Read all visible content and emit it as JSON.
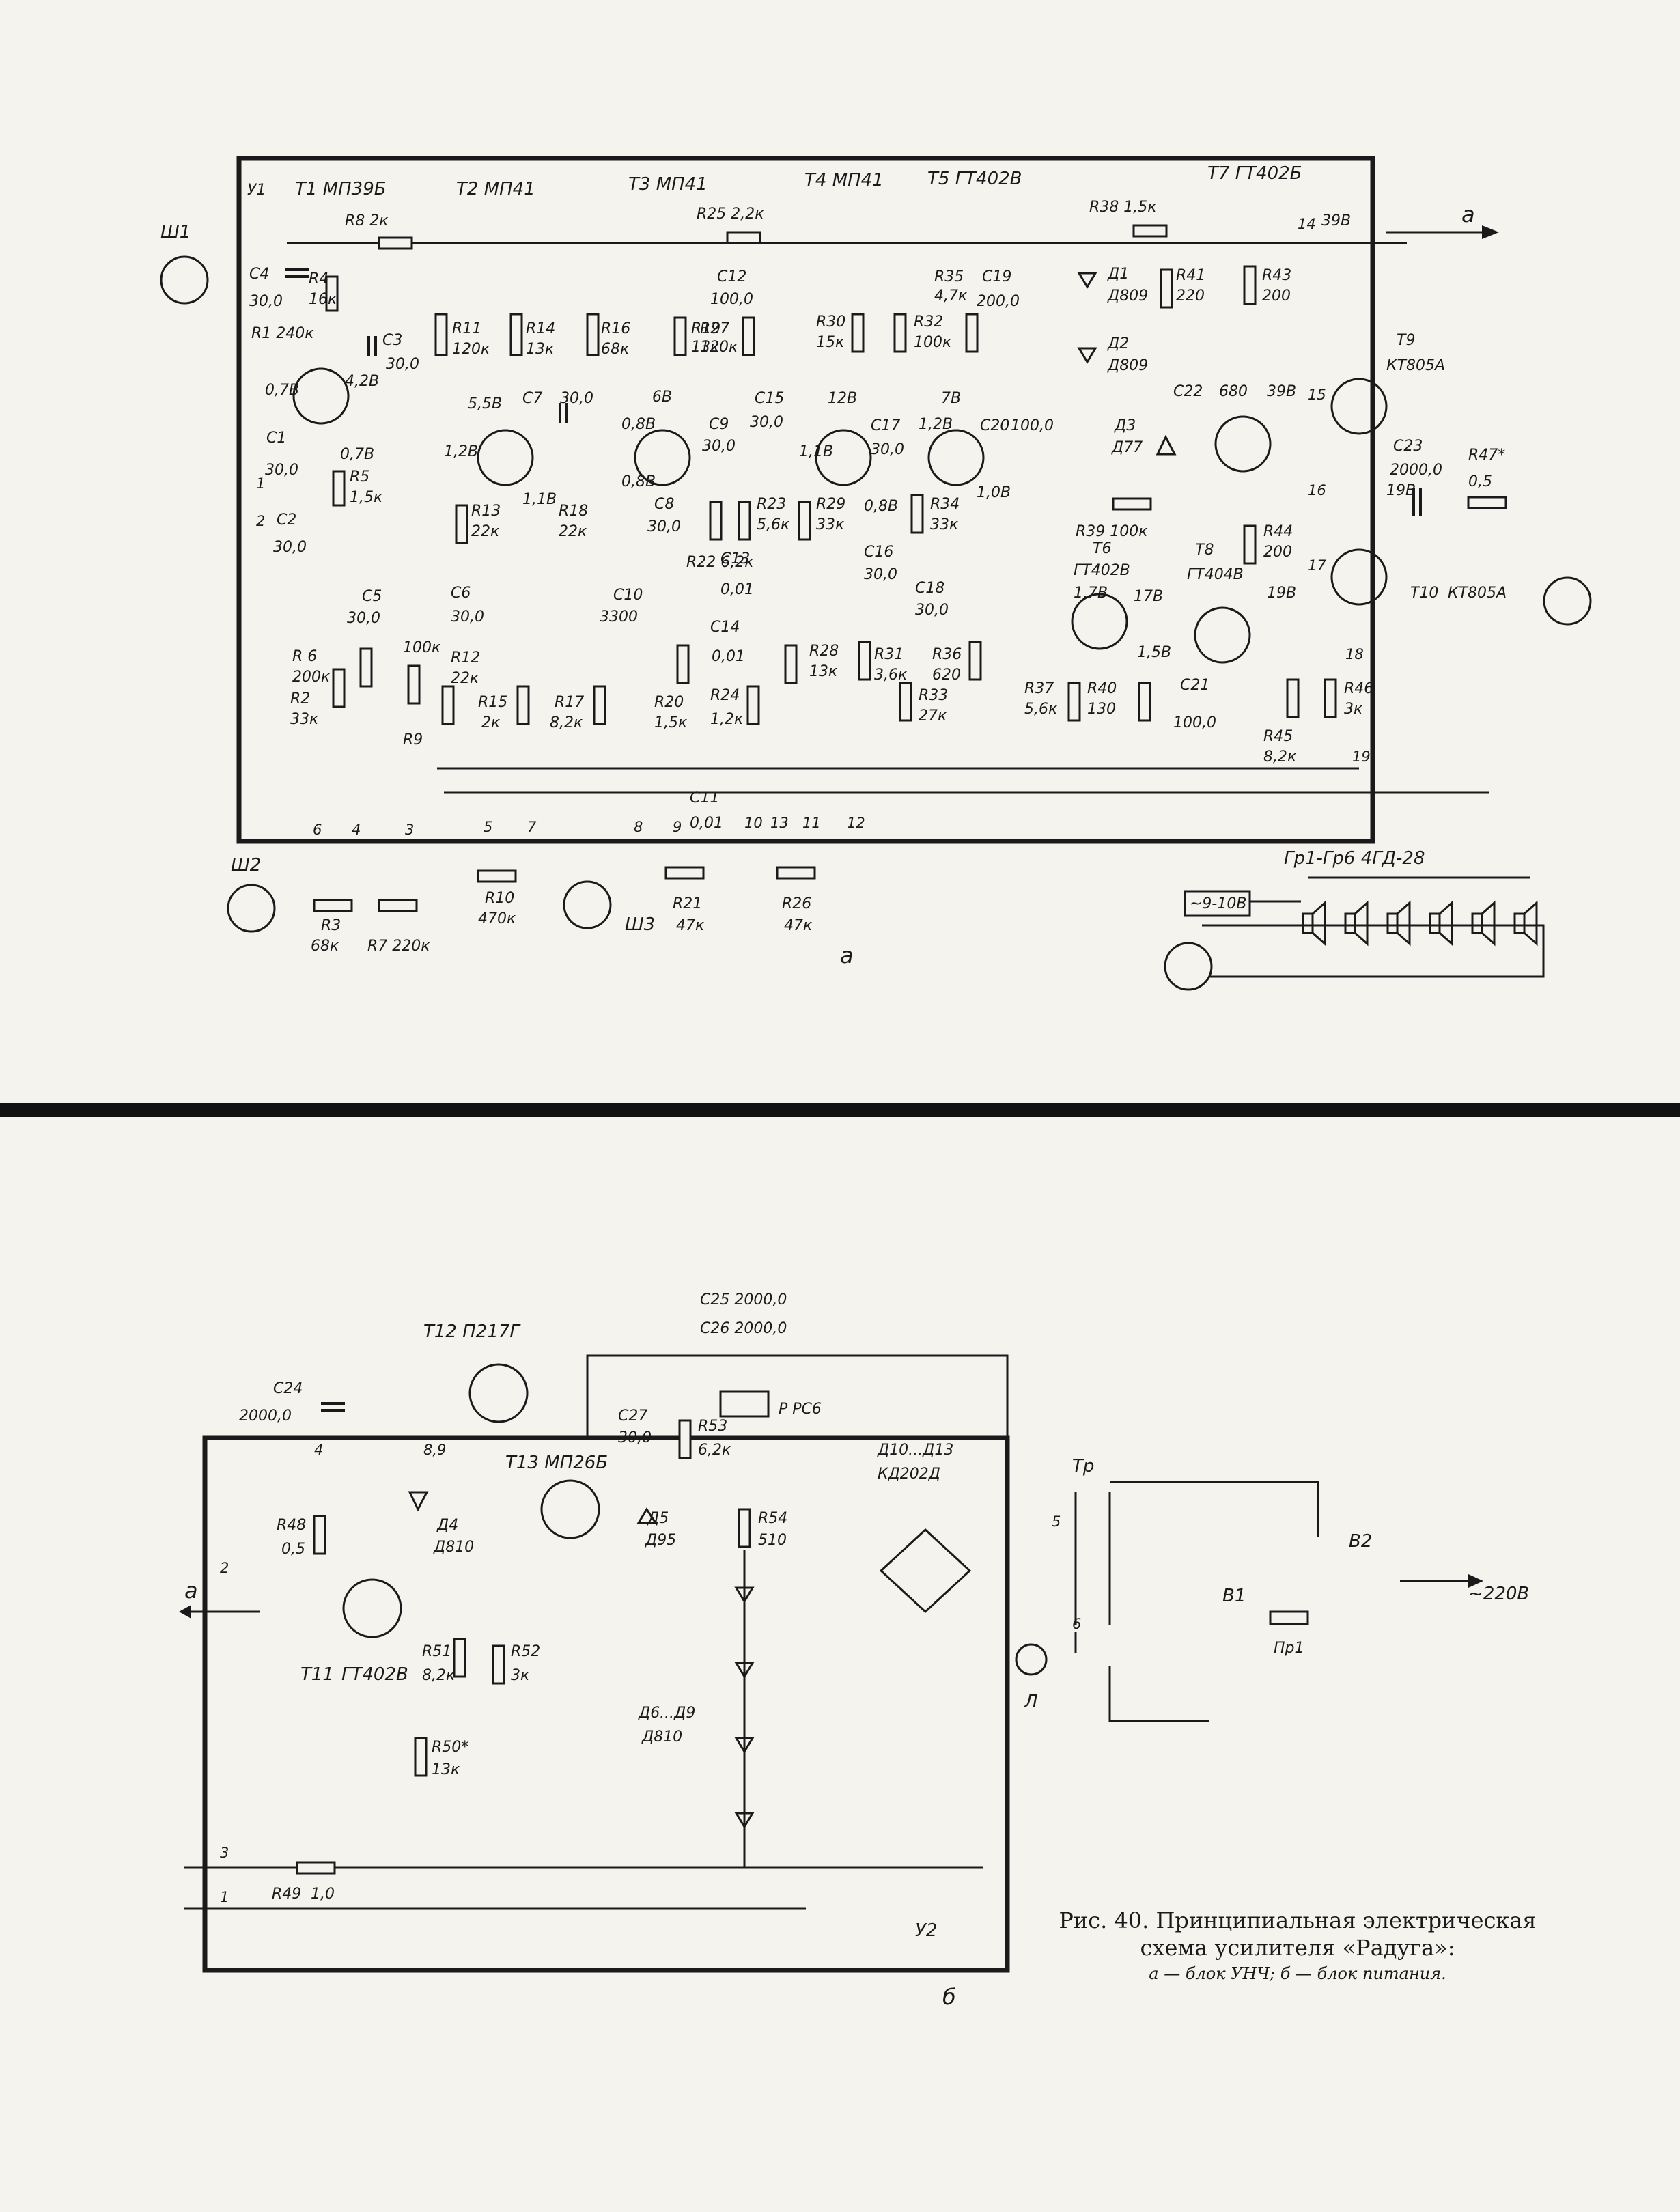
{
  "figure": {
    "caption_line1": "Рис. 40. Принципиальная электрическая",
    "caption_line2": "схема усилителя «Радуга»:",
    "caption_line3": "а — блок УНЧ; б — блок питания.",
    "label_a": "а",
    "label_b": "б"
  },
  "block_a": {
    "module": "У1",
    "transistors": [
      {
        "ref": "Т1 МП39Б"
      },
      {
        "ref": "Т2 МП41"
      },
      {
        "ref": "Т3 МП41"
      },
      {
        "ref": "Т4 МП41"
      },
      {
        "ref": "Т5 ГТ402В"
      },
      {
        "ref": "Т7 ГТ402Б"
      },
      {
        "ref": "Т6"
      },
      {
        "ref": "ГТ402В"
      },
      {
        "ref": "Т8"
      },
      {
        "ref": "ГТ404В"
      },
      {
        "ref": "Т9"
      },
      {
        "ref": "КТ805А"
      },
      {
        "ref": "Т10"
      },
      {
        "ref": "КТ805А"
      }
    ],
    "resistors": [
      {
        "ref": "R1 240к"
      },
      {
        "ref": "R4"
      },
      {
        "ref": "16к"
      },
      {
        "ref": "R5"
      },
      {
        "ref": "1,5к"
      },
      {
        "ref": "R8 2к"
      },
      {
        "ref": "R11"
      },
      {
        "ref": "120к"
      },
      {
        "ref": "R14"
      },
      {
        "ref": "13к"
      },
      {
        "ref": "R16"
      },
      {
        "ref": "68к"
      },
      {
        "ref": "R13"
      },
      {
        "ref": "22к"
      },
      {
        "ref": "R18"
      },
      {
        "ref": "22к"
      },
      {
        "ref": "R25 2,2к"
      },
      {
        "ref": "R19"
      },
      {
        "ref": "13к"
      },
      {
        "ref": "R27"
      },
      {
        "ref": "120к"
      },
      {
        "ref": "R30"
      },
      {
        "ref": "15к"
      },
      {
        "ref": "R32"
      },
      {
        "ref": "100к"
      },
      {
        "ref": "R35"
      },
      {
        "ref": "4,7к"
      },
      {
        "ref": "R38 1,5к"
      },
      {
        "ref": "R41"
      },
      {
        "ref": "220"
      },
      {
        "ref": "R43"
      },
      {
        "ref": "200"
      },
      {
        "ref": "R29"
      },
      {
        "ref": "33к"
      },
      {
        "ref": "R34"
      },
      {
        "ref": "33к"
      },
      {
        "ref": "R39 100к"
      },
      {
        "ref": "R44"
      },
      {
        "ref": "200"
      },
      {
        "ref": "R47*"
      },
      {
        "ref": "0,5"
      },
      {
        "ref": "R 6"
      },
      {
        "ref": "200к"
      },
      {
        "ref": "R2"
      },
      {
        "ref": "33к"
      },
      {
        "ref": "100к"
      },
      {
        "ref": "R9"
      },
      {
        "ref": "R12"
      },
      {
        "ref": "22к"
      },
      {
        "ref": "R15"
      },
      {
        "ref": "2к"
      },
      {
        "ref": "R17"
      },
      {
        "ref": "8,2к"
      },
      {
        "ref": "R20"
      },
      {
        "ref": "1,5к"
      },
      {
        "ref": "R22 6,2к"
      },
      {
        "ref": "R23"
      },
      {
        "ref": "5,6к"
      },
      {
        "ref": "R24"
      },
      {
        "ref": "1,2к"
      },
      {
        "ref": "R28"
      },
      {
        "ref": "13к"
      },
      {
        "ref": "R31"
      },
      {
        "ref": "3,6к"
      },
      {
        "ref": "R33"
      },
      {
        "ref": "27к"
      },
      {
        "ref": "R36"
      },
      {
        "ref": "620"
      },
      {
        "ref": "R37"
      },
      {
        "ref": "5,6к"
      },
      {
        "ref": "R40"
      },
      {
        "ref": "130"
      },
      {
        "ref": "R45"
      },
      {
        "ref": "8,2к"
      },
      {
        "ref": "R46"
      },
      {
        "ref": "3к"
      },
      {
        "ref": "R3"
      },
      {
        "ref": "68к"
      },
      {
        "ref": "R7 220к"
      },
      {
        "ref": "R10"
      },
      {
        "ref": "470к"
      },
      {
        "ref": "R21"
      },
      {
        "ref": "47к"
      },
      {
        "ref": "R26"
      },
      {
        "ref": "47к"
      }
    ],
    "capacitors": [
      {
        "ref": "С4"
      },
      {
        "ref": "30,0"
      },
      {
        "ref": "С3"
      },
      {
        "ref": "30,0"
      },
      {
        "ref": "С1"
      },
      {
        "ref": "30,0"
      },
      {
        "ref": "С2"
      },
      {
        "ref": "30,0"
      },
      {
        "ref": "С7"
      },
      {
        "ref": "30,0"
      },
      {
        "ref": "С6"
      },
      {
        "ref": "30,0"
      },
      {
        "ref": "С5"
      },
      {
        "ref": "30,0"
      },
      {
        "ref": "С12"
      },
      {
        "ref": "100,0"
      },
      {
        "ref": "С9"
      },
      {
        "ref": "30,0"
      },
      {
        "ref": "С15"
      },
      {
        "ref": "30,0"
      },
      {
        "ref": "С8"
      },
      {
        "ref": "30,0"
      },
      {
        "ref": "С10"
      },
      {
        "ref": "3300"
      },
      {
        "ref": "С13"
      },
      {
        "ref": "0,01"
      },
      {
        "ref": "С14"
      },
      {
        "ref": "0,01"
      },
      {
        "ref": "С11"
      },
      {
        "ref": "0,01"
      },
      {
        "ref": "С17"
      },
      {
        "ref": "30,0"
      },
      {
        "ref": "С16"
      },
      {
        "ref": "30,0"
      },
      {
        "ref": "С18"
      },
      {
        "ref": "30,0"
      },
      {
        "ref": "С19"
      },
      {
        "ref": "200,0"
      },
      {
        "ref": "С20"
      },
      {
        "ref": "100,0"
      },
      {
        "ref": "С22"
      },
      {
        "ref": "680"
      },
      {
        "ref": "С21"
      },
      {
        "ref": "100,0"
      },
      {
        "ref": "С23"
      },
      {
        "ref": "2000,0"
      }
    ],
    "diodes": [
      {
        "ref": "Д1"
      },
      {
        "ref": "Д809"
      },
      {
        "ref": "Д2"
      },
      {
        "ref": "Д809"
      },
      {
        "ref": "Д3"
      },
      {
        "ref": "Д77"
      }
    ],
    "voltages": [
      "0,7В",
      "4,2В",
      "0,7В",
      "5,5В",
      "1,2В",
      "1,1В",
      "6В",
      "0,8В",
      "0,8В",
      "1,1В",
      "12В",
      "0,8В",
      "7В",
      "1,2В",
      "1,0В",
      "39В",
      "19В",
      "19В",
      "1,7В",
      "17В",
      "1,5В",
      "39В"
    ],
    "connectors": {
      "sh1": "Ш1",
      "sh2": "Ш2",
      "sh3": "Ш3",
      "speakers": "Гр1-Гр6  4ГД-28",
      "mains_box": "~9-10В"
    },
    "terminals": [
      "1",
      "2",
      "3",
      "4",
      "5",
      "6",
      "7",
      "8",
      "9",
      "10",
      "11",
      "12",
      "13",
      "14",
      "15",
      "16",
      "17",
      "18",
      "19"
    ],
    "out_label": "а"
  },
  "block_b": {
    "module": "У2",
    "transistors": [
      {
        "ref": "Т12 П217Г"
      },
      {
        "ref": "Т13 МП26Б"
      },
      {
        "ref": "Т11"
      },
      {
        "ref": "ГТ402В"
      }
    ],
    "resistors": [
      {
        "ref": "R48"
      },
      {
        "ref": "0,5"
      },
      {
        "ref": "R53"
      },
      {
        "ref": "6,2к"
      },
      {
        "ref": "R54"
      },
      {
        "ref": "510"
      },
      {
        "ref": "R51"
      },
      {
        "ref": "8,2к"
      },
      {
        "ref": "R52"
      },
      {
        "ref": "3к"
      },
      {
        "ref": "R50*"
      },
      {
        "ref": "13к"
      },
      {
        "ref": "R49"
      },
      {
        "ref": "1,0"
      }
    ],
    "capacitors": [
      {
        "ref": "С24"
      },
      {
        "ref": "2000,0"
      },
      {
        "ref": "С25 2000,0"
      },
      {
        "ref": "С26 2000,0"
      },
      {
        "ref": "С27"
      },
      {
        "ref": "30,0"
      }
    ],
    "diodes": [
      {
        "ref": "Д4"
      },
      {
        "ref": "Д810"
      },
      {
        "ref": "Д5"
      },
      {
        "ref": "Д95"
      },
      {
        "ref": "Д6...Д9"
      },
      {
        "ref": "Д810"
      },
      {
        "ref": "Д10...Д13"
      },
      {
        "ref": "КД202Д"
      }
    ],
    "other": {
      "relay": "Р РС6",
      "transformer": "Тр",
      "lamp": "Л",
      "switch1": "В1",
      "switch2": "В2",
      "fuse": "Пр1",
      "mains": "~220В",
      "in_label": "а"
    },
    "terminals": [
      "1",
      "2",
      "3",
      "4",
      "5",
      "6",
      "8,9"
    ]
  }
}
